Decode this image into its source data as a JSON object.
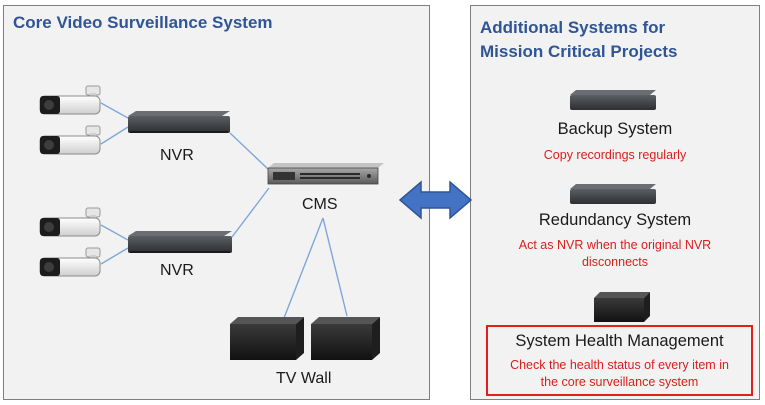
{
  "core": {
    "title": "Core Video Surveillance System",
    "nvr_top_label": "NVR",
    "nvr_bottom_label": "NVR",
    "cms_label": "CMS",
    "tv_wall_label": "TV Wall"
  },
  "additional": {
    "title_line1": "Additional Systems for",
    "title_line2": "Mission Critical Projects",
    "backup": {
      "name": "Backup System",
      "desc": "Copy recordings regularly"
    },
    "redundancy": {
      "name": "Redundancy System",
      "desc_line1": "Act as NVR when the original NVR",
      "desc_line2": "disconnects"
    },
    "health": {
      "name": "System Health Management",
      "desc_line1": "Check the health status of every item in",
      "desc_line2": "the core surveillance system"
    }
  },
  "colors": {
    "title": "#2f5597",
    "desc": "#d9201d",
    "arrow": "#4472c4",
    "line": "#7fa6d9",
    "highlight": "#e0201c"
  }
}
